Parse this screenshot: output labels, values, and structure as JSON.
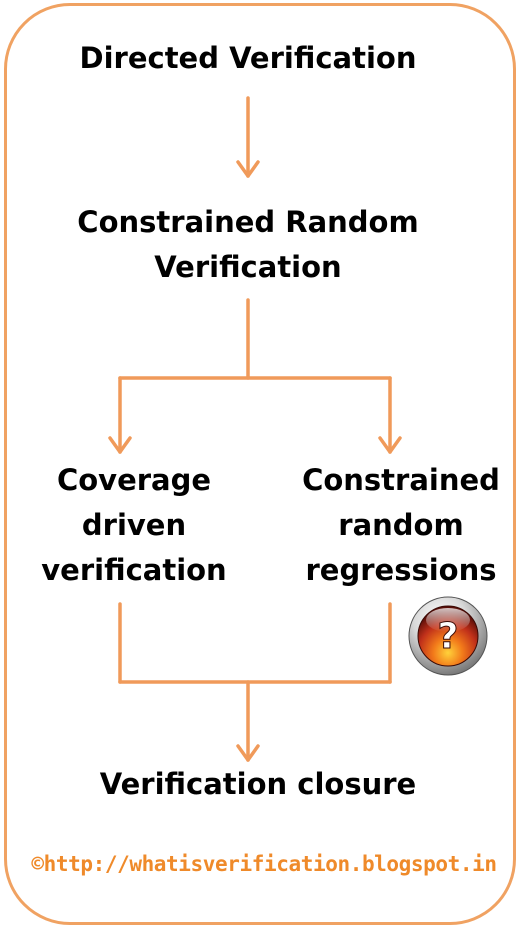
{
  "nodes": {
    "directed": [
      "Directed Verification"
    ],
    "constrained_random": [
      "Constrained Random",
      "Verification"
    ],
    "coverage_driven": [
      "Coverage",
      "driven",
      "verification"
    ],
    "random_regressions": [
      "Constrained",
      "random",
      "regressions"
    ],
    "closure": [
      "Verification closure"
    ]
  },
  "badge": {
    "icon": "question-mark-icon",
    "glyph": "?"
  },
  "copyright": "©http://whatisverification.blogspot.in",
  "colors": {
    "connector": "#f09a5a",
    "frame": "#f0a262",
    "copyright": "#ef8a2a",
    "badge": "#c8301c"
  }
}
